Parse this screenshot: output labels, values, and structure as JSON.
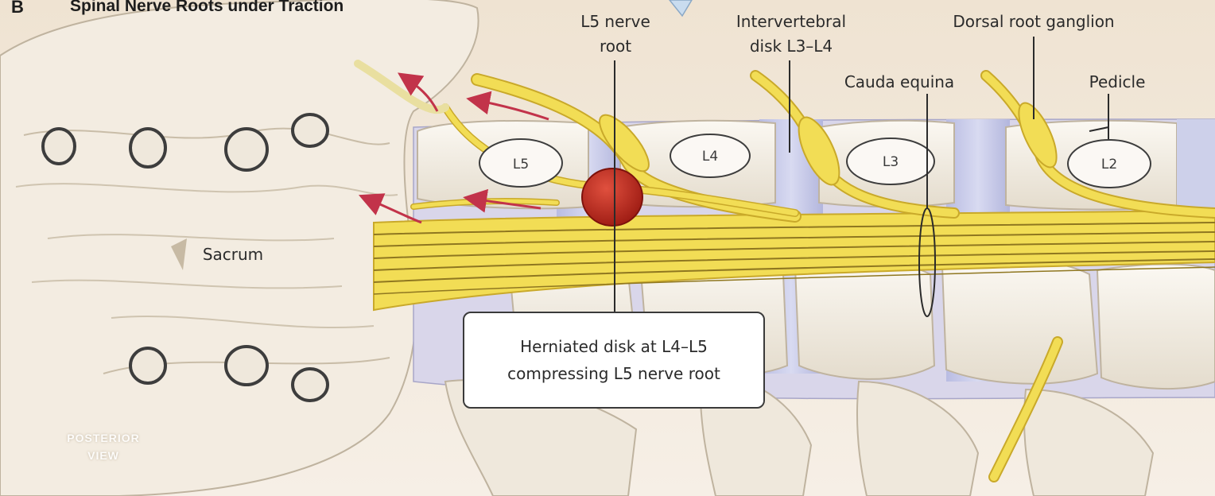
{
  "figure": {
    "panel_letter": "B",
    "title": "Spinal Nerve Roots under Traction",
    "view_label_lines": [
      "POSTERIOR",
      "VIEW"
    ]
  },
  "labels": {
    "l5_nerve_root_lines": [
      "L5 nerve",
      "root"
    ],
    "intervertebral_disk_lines": [
      "Intervertebral",
      "disk L3–L4"
    ],
    "dorsal_root_ganglion": "Dorsal root ganglion",
    "cauda_equina": "Cauda equina",
    "pedicle": "Pedicle",
    "sacrum": "Sacrum"
  },
  "vertebrae": [
    "L5",
    "L4",
    "L3",
    "L2"
  ],
  "callout": {
    "lines": [
      "Herniated disk at L4–L5",
      "compressing L5 nerve root"
    ]
  },
  "colors": {
    "nerve": "#f2dd55",
    "nerve_outline": "#c9a92a",
    "disk": "#c9cbe8",
    "bone": "#f1ebe0",
    "herniation": "#c6281e",
    "traction_arrow": "#c2334a",
    "background": "#f4ece2"
  }
}
